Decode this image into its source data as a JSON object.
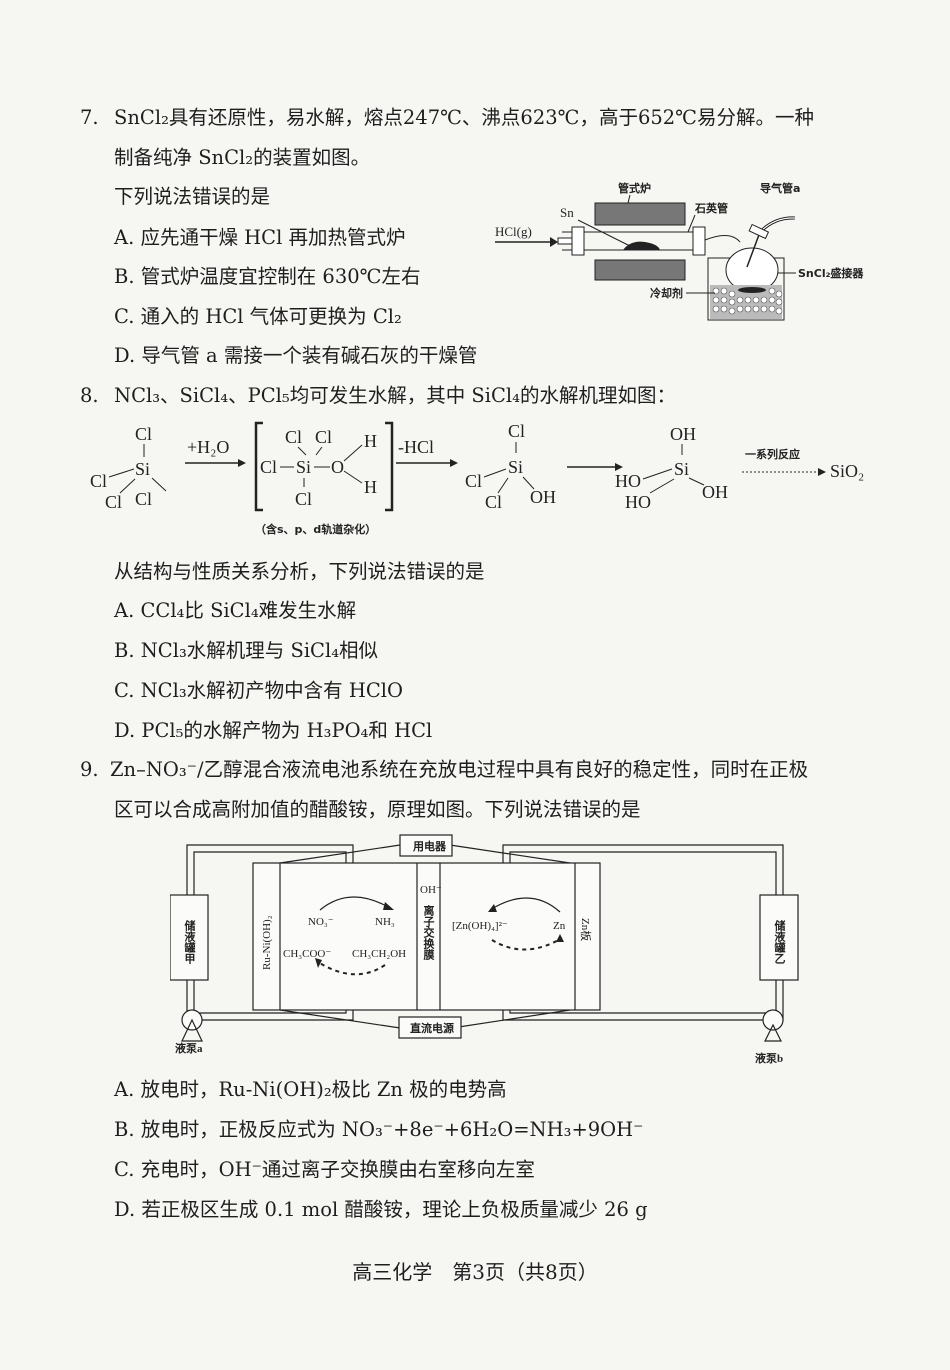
{
  "q7": {
    "number": "7.",
    "stem_line1": "SnCl₂具有还原性，易水解，熔点247℃、沸点623℃，高于652℃易分解。一种",
    "stem_line2": "制备纯净 SnCl₂的装置如图。",
    "question": "下列说法错误的是",
    "options": [
      "A.  应先通干燥 HCl 再加热管式炉",
      "B.  管式炉温度宜控制在 630℃左右",
      "C.  通入的 HCl 气体可更换为 Cl₂",
      "D.  导气管 a 需接一个装有碱石灰的干燥管"
    ],
    "figure": {
      "furnace": "管式炉",
      "quartz_tube": "石英管",
      "gas_tube": "导气管a",
      "sn": "Sn",
      "hcl": "HCl(g)",
      "receiver": "SnCl₂盛接器",
      "coolant": "冷却剂"
    }
  },
  "q8": {
    "number": "8.",
    "stem": "NCl₃、SiCl₄、PCl₅均可发生水解，其中 SiCl₄的水解机理如图：",
    "figure": {
      "cl": "Cl",
      "si": "Si",
      "oh": "OH",
      "ho": "HO",
      "o": "O",
      "h": "H",
      "plus_water": "+H₂O",
      "minus_hcl": "-HCl",
      "series": "一系列反应",
      "product": "SiO₂",
      "note": "（含s、p、d轨道杂化）"
    },
    "question": "从结构与性质关系分析，下列说法错误的是",
    "options": [
      "A.  CCl₄比 SiCl₄难发生水解",
      "B.  NCl₃水解机理与 SiCl₄相似",
      "C.  NCl₃水解初产物中含有 HClO",
      "D.  PCl₅的水解产物为 H₃PO₄和 HCl"
    ]
  },
  "q9": {
    "number": "9.",
    "stem_line1": "Zn–NO₃⁻/乙醇混合液流电池系统在充放电过程中具有良好的稳定性，同时在正极",
    "stem_line2": "区可以合成高附加值的醋酸铵，原理如图。下列说法错误的是",
    "figure": {
      "load": "用电器",
      "dc_source": "直流电源",
      "tank_a": "储液罐甲",
      "tank_b": "储液罐乙",
      "pump_a": "液泵a",
      "pump_b": "液泵b",
      "left_electrode": "Ru-Ni(OH)₂",
      "right_electrode": "Zn板",
      "membrane": "离子交换膜",
      "oh": "OH⁻",
      "no3": "NO₃⁻",
      "nh3": "NH₃",
      "acetate": "CH₃COO⁻",
      "ethanol": "CH₃CH₂OH",
      "zincate": "[Zn(OH)₄]²⁻",
      "zn": "Zn"
    },
    "options": [
      "A.  放电时，Ru-Ni(OH)₂极比 Zn 极的电势高",
      "B.  放电时，正极反应式为 NO₃⁻+8e⁻+6H₂O=NH₃+9OH⁻",
      "C.  充电时，OH⁻通过离子交换膜由右室移向左室",
      "D.  若正极区生成 0.1 mol 醋酸铵，理论上负极质量减少 26 g"
    ]
  },
  "footer": "高三化学　第3页（共8页）"
}
